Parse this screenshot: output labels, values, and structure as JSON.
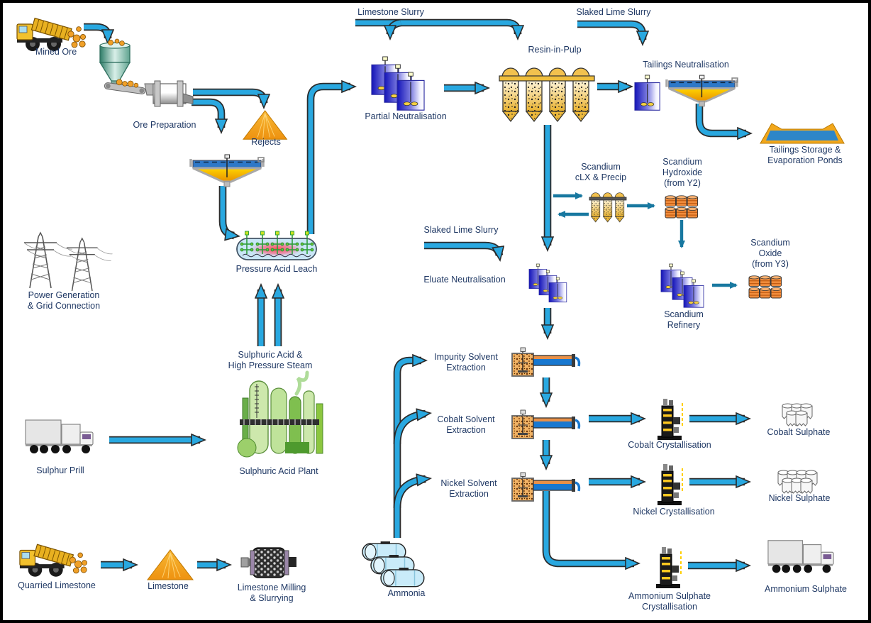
{
  "diagram": {
    "type": "process-flow-diagram",
    "subject": "Nickel-Cobalt-Scandium hydrometallurgical processing flowsheet",
    "colors": {
      "flow_arrow": "#29A8E0",
      "flow_outline": "#2B2B2B",
      "thin_arrow": "#1878A0",
      "label_text": "#1F3864",
      "tank_blue": "#1414B8",
      "resin_gold": "#E9B22F",
      "barrel_orange": "#F08C3C",
      "pile_orange": "#F7B733",
      "plant_green": "#8CC63F",
      "water_blue": "#2E78C8",
      "vessel_blue": "#C9E6F6",
      "ammonia_blue": "#C9EBF9",
      "background": "#FFFFFF",
      "border": "#000000"
    },
    "labels": {
      "mined_ore": "Mined Ore",
      "ore_preparation": "Ore Preparation",
      "rejects": "Rejects",
      "limestone_slurry": "Limestone Slurry",
      "partial_neutralisation": "Partial Neutralisation",
      "resin_in_pulp": "Resin-in-Pulp",
      "slaked_lime_slurry_top": "Slaked Lime Slurry",
      "tailings_neutralisation": "Tailings Neutralisation",
      "tailings_storage": "Tailings Storage &\nEvaporation Ponds",
      "scandium_clx": "Scandium\ncLX & Precip",
      "scandium_hydroxide": "Scandium\nHydroxide\n(from Y2)",
      "scandium_oxide": "Scandium\nOxide\n(from Y3)",
      "scandium_refinery": "Scandium\nRefinery",
      "slaked_lime_slurry_mid": "Slaked Lime Slurry",
      "eluate_neutralisation": "Eluate Neutralisation",
      "pressure_acid_leach": "Pressure Acid Leach",
      "power_generation": "Power Generation\n& Grid Connection",
      "sulphuric_acid_steam": "Sulphuric Acid &\nHigh Pressure Steam",
      "sulphur_prill": "Sulphur Prill",
      "sulphuric_acid_plant": "Sulphuric Acid Plant",
      "impurity_sx": "Impurity Solvent\nExtraction",
      "cobalt_sx": "Cobalt Solvent\nExtraction",
      "nickel_sx": "Nickel Solvent\nExtraction",
      "cobalt_crystallisation": "Cobalt Crystallisation",
      "cobalt_sulphate": "Cobalt Sulphate",
      "nickel_crystallisation": "Nickel Crystallisation",
      "nickel_sulphate": "Nickel Sulphate",
      "ammonium_sulphate_crystallisation": "Ammonium Sulphate\nCrystallisation",
      "ammonium_sulphate": "Ammonium Sulphate",
      "quarried_limestone": "Quarried Limestone",
      "limestone": "Limestone",
      "limestone_milling": "Limestone Milling\n& Slurrying",
      "ammonia": "Ammonia"
    },
    "icons": {
      "dump-truck-icon": "yellow mining dump truck tipping ore",
      "hopper-icon": "green feed hopper with conveyor",
      "crusher-icon": "grey horizontal crusher drum",
      "ore-pile-icon": "orange stockpile triangle",
      "thickener-icon": "thickener with blue liquor and yellow cone",
      "autoclave-icon": "horizontal pressure acid leach autoclave with green agitators",
      "stirred-tank-icon": "blue gradient agitated tank",
      "resin-column-icon": "gold resin-in-pulp column with specks",
      "barrels-icon": "orange product drums",
      "pond-icon": "tailings evaporation pond",
      "pylon-icon": "power transmission towers",
      "semi-truck-icon": "white road-train truck",
      "acid-plant-icon": "green sulphuric acid plant towers",
      "sx-unit-icon": "mixer-settler solvent extraction unit",
      "crystalliser-icon": "dark crystalliser plant unit",
      "drums-white-icon": "white sulphate product drums",
      "ammonia-tank-icon": "light blue horizontal ammonia tanks",
      "ball-mill-icon": "limestone ball mill"
    }
  }
}
